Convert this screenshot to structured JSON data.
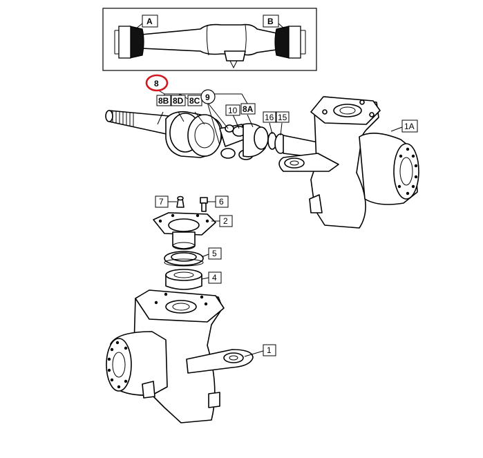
{
  "inset": {
    "label_a": "A",
    "label_b": "B"
  },
  "callouts": {
    "c8": "8",
    "c8b": "8B",
    "c8d": "8D",
    "c8c": "8C",
    "c9": "9",
    "c10": "10",
    "c8a": "8A",
    "c16": "16",
    "c15": "15",
    "c1a": "1A",
    "c7": "7",
    "c6": "6",
    "c2": "2",
    "c5": "5",
    "c4": "4",
    "c1": "1"
  },
  "colors": {
    "highlight_ring": "#d0161e",
    "line": "#000000"
  }
}
